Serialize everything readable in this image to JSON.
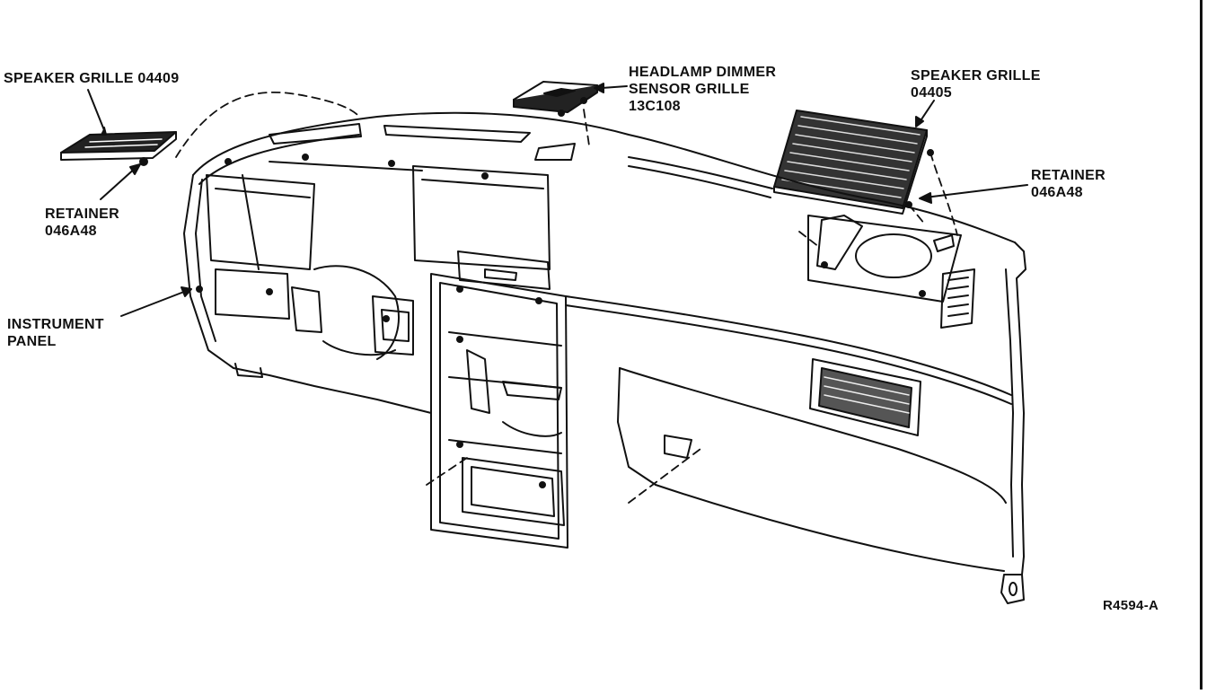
{
  "labels": {
    "speaker_grille_left": [
      "SPEAKER GRILLE 04409"
    ],
    "headlamp_dimmer": [
      "HEADLAMP DIMMER",
      "SENSOR GRILLE",
      "13C108"
    ],
    "speaker_grille_right": [
      "SPEAKER GRILLE",
      "04405"
    ],
    "retainer_left": [
      "RETAINER",
      "046A48"
    ],
    "retainer_right": [
      "RETAINER",
      "046A48"
    ],
    "instrument_panel": [
      "INSTRUMENT",
      "PANEL"
    ]
  },
  "figure_code": "R4594-A"
}
